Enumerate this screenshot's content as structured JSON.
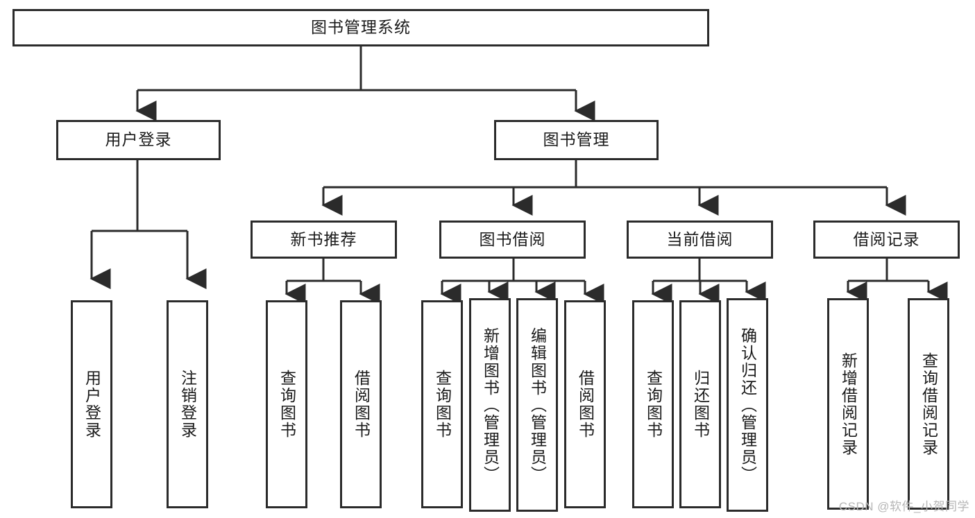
{
  "diagram": {
    "title": "图书管理系统",
    "type": "hierarchy-tree",
    "root": {
      "id": "root",
      "label": "图书管理系统"
    },
    "level2": [
      {
        "id": "user-login",
        "label": "用户登录"
      },
      {
        "id": "book-management",
        "label": "图书管理"
      }
    ],
    "level3": [
      {
        "id": "new-book-recommend",
        "label": "新书推荐"
      },
      {
        "id": "book-borrow",
        "label": "图书借阅"
      },
      {
        "id": "current-borrow",
        "label": "当前借阅"
      },
      {
        "id": "borrow-record",
        "label": "借阅记录"
      }
    ],
    "leaves": [
      {
        "id": "leaf-user-login",
        "label": "用户登录",
        "parent": "user-login"
      },
      {
        "id": "leaf-user-logout",
        "label": "注销登录",
        "parent": "user-login"
      },
      {
        "id": "leaf-query-book-1",
        "label": "查询图书",
        "parent": "new-book-recommend"
      },
      {
        "id": "leaf-borrow-book-1",
        "label": "借阅图书",
        "parent": "new-book-recommend"
      },
      {
        "id": "leaf-query-book-2",
        "label": "查询图书",
        "parent": "book-borrow"
      },
      {
        "id": "leaf-add-book",
        "label": "新增图书（管理员）",
        "parent": "book-borrow"
      },
      {
        "id": "leaf-edit-book",
        "label": "编辑图书（管理员）",
        "parent": "book-borrow"
      },
      {
        "id": "leaf-borrow-book-2",
        "label": "借阅图书",
        "parent": "book-borrow"
      },
      {
        "id": "leaf-query-book-3",
        "label": "查询图书",
        "parent": "current-borrow"
      },
      {
        "id": "leaf-return-book",
        "label": "归还图书",
        "parent": "current-borrow"
      },
      {
        "id": "leaf-confirm-return",
        "label": "确认归还（管理员）",
        "parent": "current-borrow"
      },
      {
        "id": "leaf-add-record",
        "label": "新增借阅记录",
        "parent": "borrow-record"
      },
      {
        "id": "leaf-query-record",
        "label": "查询借阅记录",
        "parent": "borrow-record"
      }
    ],
    "colors": {
      "stroke": "#2b2b2b",
      "fill": "#ffffff",
      "text": "#1a1a1a",
      "watermark": "#b6b6b6"
    }
  },
  "watermark": {
    "text": "CSDN @软件_小贺同学"
  }
}
